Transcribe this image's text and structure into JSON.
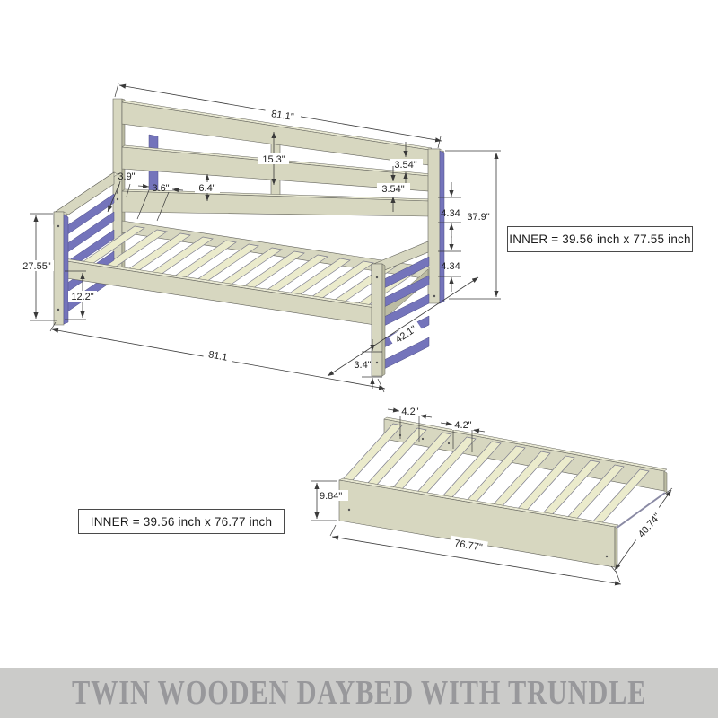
{
  "banner": {
    "text": "TWIN WOODEN DAYBED WITH TRUNDLE"
  },
  "colors": {
    "frame": "#d7d7c0",
    "frame_light": "#e8e8d2",
    "frame_dark": "#bcbca3",
    "slat": "#ebebcc",
    "blue": "#7474bb",
    "outline": "#63635c",
    "dim_line": "#3a3a3a",
    "banner_bg": "#cbcbc9",
    "banner_text": "#98989b"
  },
  "daybed": {
    "inner_label": "INNER = 39.56 inch x 77.55 inch",
    "dims": {
      "length_top": "81.1\"",
      "back_height": "15.3\"",
      "rail_a": "3.54\"",
      "rail_b": "3.54\"",
      "slat_gap": "6.4\"",
      "gap_a": "3.9\"",
      "slat_width": "3.6\"",
      "arm_gap_a": "4.34",
      "total_height": "37.9\"",
      "arm_gap_b": "4.34",
      "arm_height": "27.55\"",
      "leg_clearance": "12.2\"",
      "length_bottom": "81.1",
      "depth": "42.1\"",
      "foot_height": "3.4\""
    }
  },
  "trundle": {
    "inner_label": "INNER = 39.56 inch x 76.77 inch",
    "dims": {
      "slat_gap_a": "4.2\"",
      "slat_gap_b": "4.2\"",
      "height": "9.84\"",
      "length": "76.77\"",
      "depth": "40.74\""
    }
  }
}
